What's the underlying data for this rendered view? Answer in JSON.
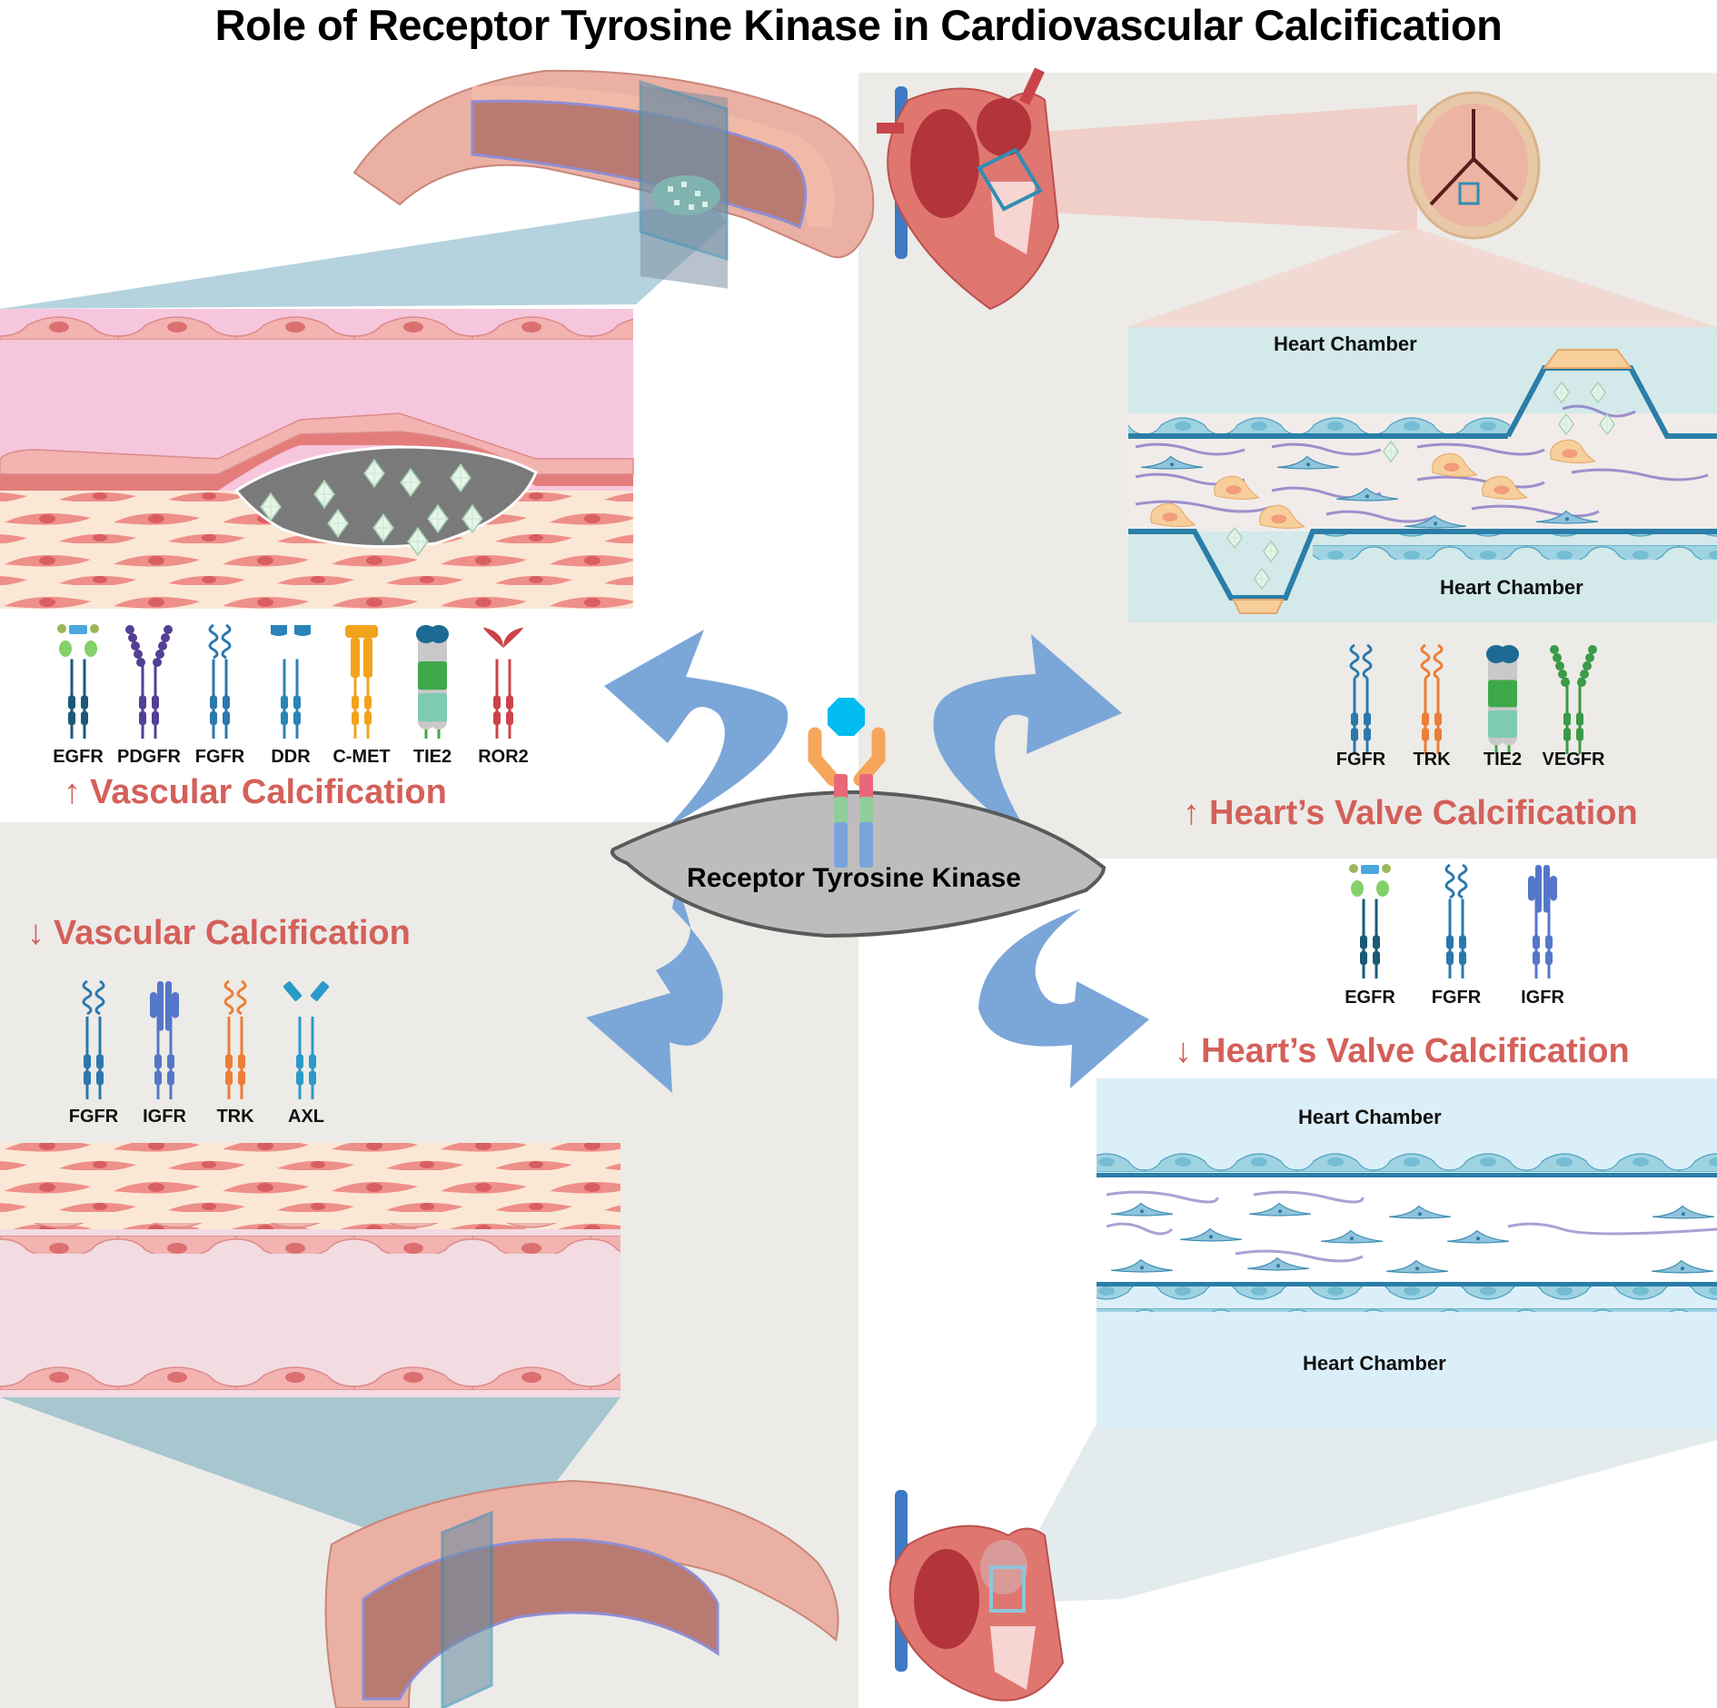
{
  "title": "Role of Receptor Tyrosine Kinase in Cardiovascular Calcification",
  "center": {
    "label": "Receptor Tyrosine Kinase",
    "icon": "receptor-ligand-icon"
  },
  "colors": {
    "effect_text": "#d4605a",
    "arrow": "#7ba6d8",
    "panel_beige": "#ecebe7",
    "lumen_pink": "#f6c6dd",
    "chamber_teal": "#d3e9ea",
    "chamber_blue": "#dbeff9"
  },
  "quadrants": {
    "top_left": {
      "effect_arrow": "↑",
      "effect_text": "Vascular Calcification",
      "receptors": [
        {
          "name": "EGFR",
          "color": "#1a5a78"
        },
        {
          "name": "PDGFR",
          "color": "#533f94"
        },
        {
          "name": "FGFR",
          "color": "#2a78ad"
        },
        {
          "name": "DDR",
          "color": "#2a84b8"
        },
        {
          "name": "C-MET",
          "color": "#f2a31c"
        },
        {
          "name": "TIE2",
          "color": "#3da94a"
        },
        {
          "name": "ROR2",
          "color": "#cc4348"
        }
      ],
      "illustration": "artery-calcified-plaque"
    },
    "top_right": {
      "effect_arrow": "↑",
      "effect_text": "Heart’s Valve Calcification",
      "receptors": [
        {
          "name": "FGFR",
          "color": "#2a78ad"
        },
        {
          "name": "TRK",
          "color": "#ec7e36"
        },
        {
          "name": "TIE2",
          "color": "#3da94a"
        },
        {
          "name": "VEGFR",
          "color": "#3a9a48"
        }
      ],
      "chamber_labels": [
        "Heart Chamber",
        "Heart Chamber"
      ],
      "illustration": "valve-calcified"
    },
    "bottom_left": {
      "effect_arrow": "↓",
      "effect_text": "Vascular Calcification",
      "receptors": [
        {
          "name": "FGFR",
          "color": "#2a78ad"
        },
        {
          "name": "IGFR",
          "color": "#5577c9"
        },
        {
          "name": "TRK",
          "color": "#ec7e36"
        },
        {
          "name": "AXL",
          "color": "#2b9ac9"
        }
      ],
      "illustration": "artery-healthy"
    },
    "bottom_right": {
      "effect_arrow": "↓",
      "effect_text": "Heart’s Valve Calcification",
      "receptors": [
        {
          "name": "EGFR",
          "color": "#1a5a78"
        },
        {
          "name": "FGFR",
          "color": "#2a78ad"
        },
        {
          "name": "IGFR",
          "color": "#5577c9"
        }
      ],
      "chamber_labels": [
        "Heart Chamber",
        "Heart Chamber"
      ],
      "illustration": "valve-healthy"
    }
  }
}
